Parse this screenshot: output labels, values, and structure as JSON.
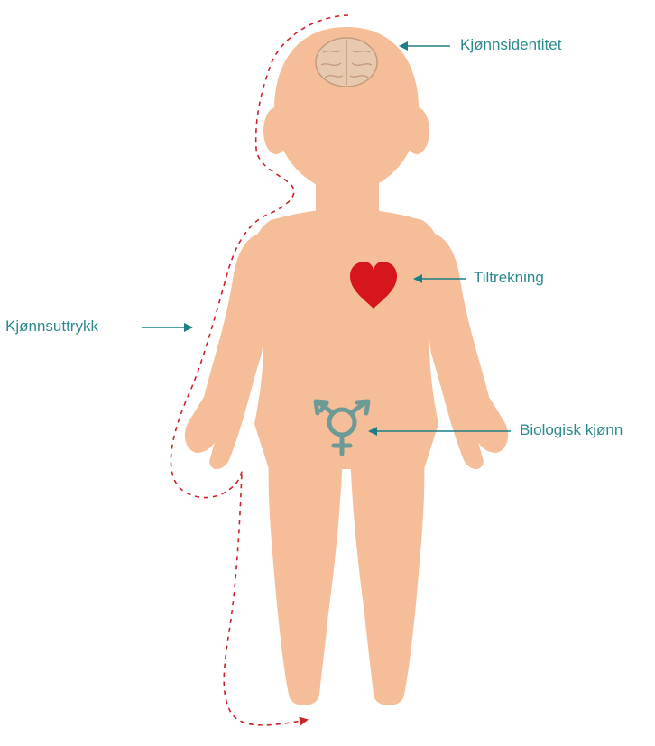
{
  "labels": {
    "gender_identity": "Kjønnsidentitet",
    "attraction": "Tiltrekning",
    "biological_sex": "Biologisk kjønn",
    "gender_expression": "Kjønnsuttrykk"
  },
  "colors": {
    "skin": "#f6be98",
    "label_text": "#2a8a8f",
    "arrow": "#1d7f85",
    "heart": "#d7151c",
    "dashed_path": "#cc2229",
    "symbol": "#6b9a97",
    "brain": "#e7c9b0"
  },
  "icons": {
    "brain": "brain-icon",
    "heart": "heart-icon",
    "symbol": "transgender-symbol-icon"
  }
}
